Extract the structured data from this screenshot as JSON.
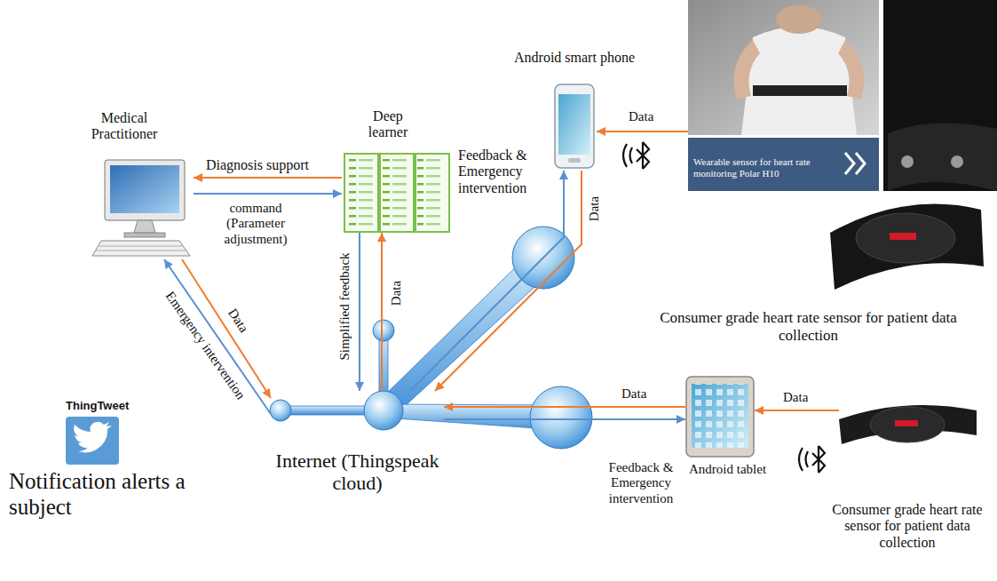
{
  "diagram": {
    "nodes": [
      {
        "text": [
          "Medical Practitioner"
        ]
      },
      {
        "text": [
          "Deep learner"
        ]
      },
      {
        "text": [
          "Android smart phone"
        ]
      },
      {
        "text": [
          "Consumer grade heart rate sensor for patient data collection"
        ]
      },
      {
        "text": [
          "Internet (Thingspeak cloud)"
        ]
      },
      {
        "text": [
          "ThingTweet",
          "Notification alerts a subject"
        ]
      },
      {
        "text": [
          "Android tablet"
        ]
      },
      {
        "text": [
          "Consumer grade heart rate sensor for patient data collection"
        ]
      }
    ],
    "edges": [
      {
        "from": 1,
        "to": 0,
        "arrow": "to",
        "label": "Diagnosis support"
      },
      {
        "from": 0,
        "to": 1,
        "arrow": "to",
        "label": "command (Parameter adjustment)"
      },
      {
        "from": 4,
        "to": 1,
        "arrow": "to",
        "label": "Data"
      },
      {
        "from": 1,
        "to": 4,
        "arrow": "to",
        "label": "Simplified feedback"
      },
      {
        "from": 0,
        "to": 4,
        "arrow": "to",
        "label": "Data"
      },
      {
        "from": 4,
        "to": 0,
        "arrow": "to",
        "label": "Emergency intervention"
      },
      {
        "from": 2,
        "to": 4,
        "arrow": "to",
        "label": "Data"
      },
      {
        "from": 4,
        "to": 2,
        "arrow": "to",
        "label": "Feedback & Emergency intervention"
      },
      {
        "from": 6,
        "to": 4,
        "arrow": "to",
        "label": "Data"
      },
      {
        "from": 4,
        "to": 6,
        "arrow": "to",
        "label": "Feedback & Emergency intervention"
      },
      {
        "from": 3,
        "to": 2,
        "arrow": "to",
        "label": "Data"
      },
      {
        "from": 7,
        "to": 6,
        "arrow": "to",
        "label": "Data"
      }
    ],
    "labels": [
      "Wearable sensor for heart rate monitoring Polar H10"
    ]
  }
}
